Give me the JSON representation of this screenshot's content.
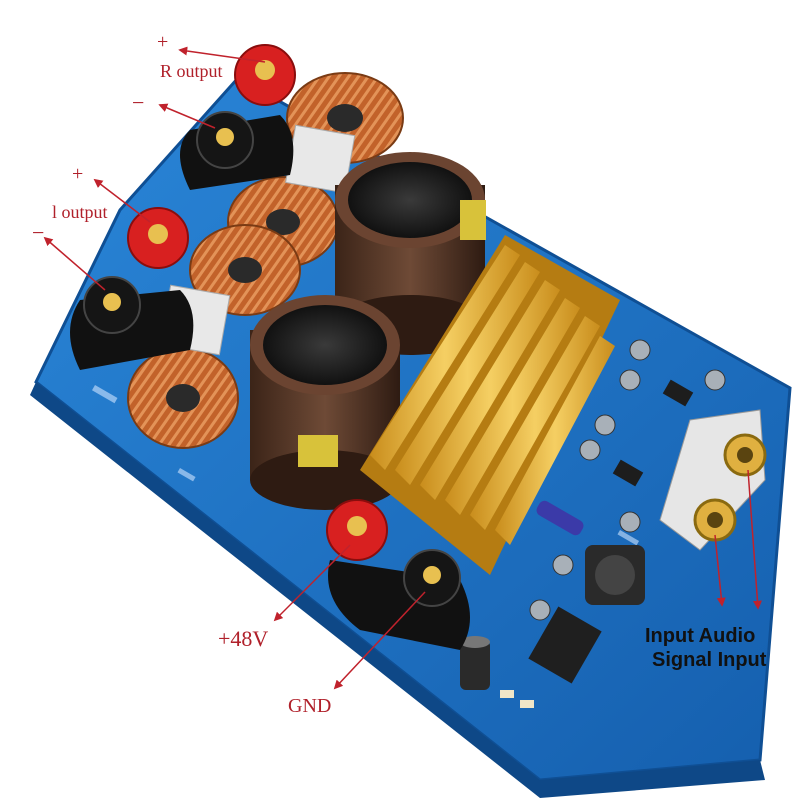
{
  "labels": {
    "r_plus": "+",
    "r_output": "R output",
    "r_minus": "−",
    "l_plus": "+",
    "l_output": "l output",
    "l_minus": "−",
    "power": "+48V",
    "gnd": "GND",
    "input_line1": "Input Audio",
    "input_line2": "Signal Input"
  },
  "colors": {
    "pcb": "#1f78c8",
    "annotation": "#c0222c",
    "heatsink": "#e7b53a",
    "copper_coil": "#c8682e",
    "capacitor": "#5a3a2a",
    "terminal_red": "#d82020",
    "terminal_black": "#151515"
  }
}
